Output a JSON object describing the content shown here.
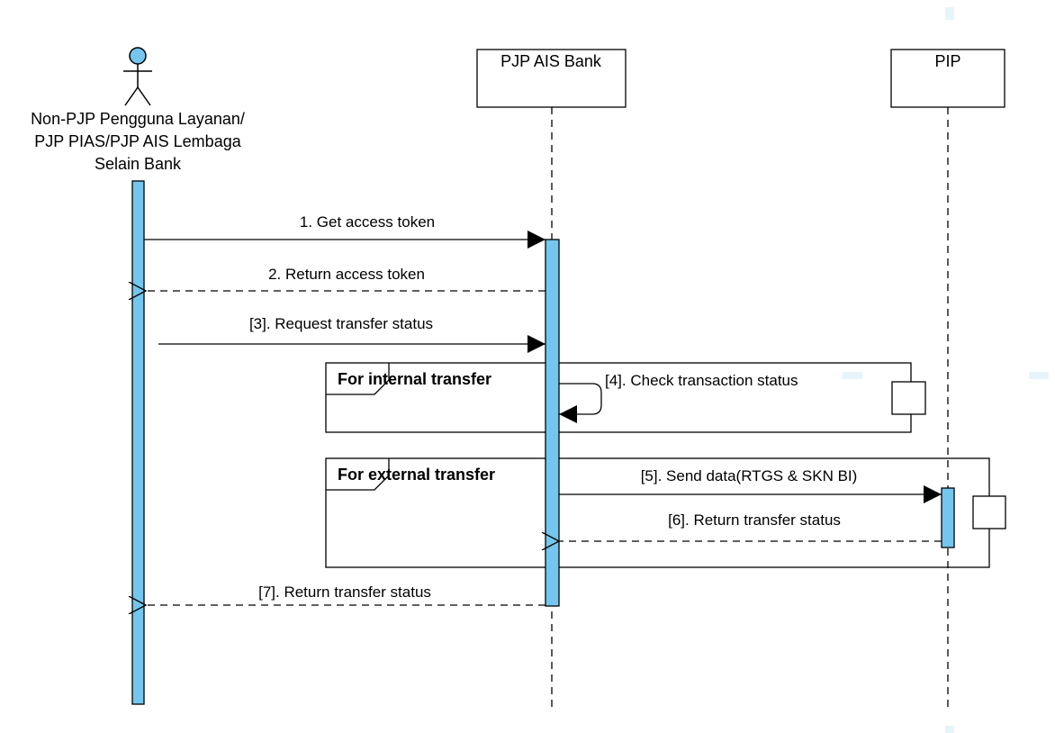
{
  "actors": {
    "user": {
      "lines": [
        "Non-PJP Pengguna Layanan/",
        "PJP PIAS/PJP AIS Lembaga",
        "Selain Bank"
      ]
    },
    "bank": {
      "label": "PJP AIS Bank"
    },
    "pip": {
      "label": "PIP"
    }
  },
  "frames": {
    "internal": {
      "label": "For internal transfer"
    },
    "external": {
      "label": "For external transfer"
    }
  },
  "messages": {
    "m1": "1. Get access token",
    "m2": "2. Return access token",
    "m3": "[3]. Request transfer status",
    "m4": "[4]. Check transaction status",
    "m5": "[5]. Send data(RTGS & SKN BI)",
    "m6": "[6]. Return transfer status",
    "m7": "[7]. Return transfer status"
  },
  "colors": {
    "activation": "#74c6ee",
    "line": "#000000",
    "background": "#ffffff",
    "watermark": "#e6f4fb"
  }
}
